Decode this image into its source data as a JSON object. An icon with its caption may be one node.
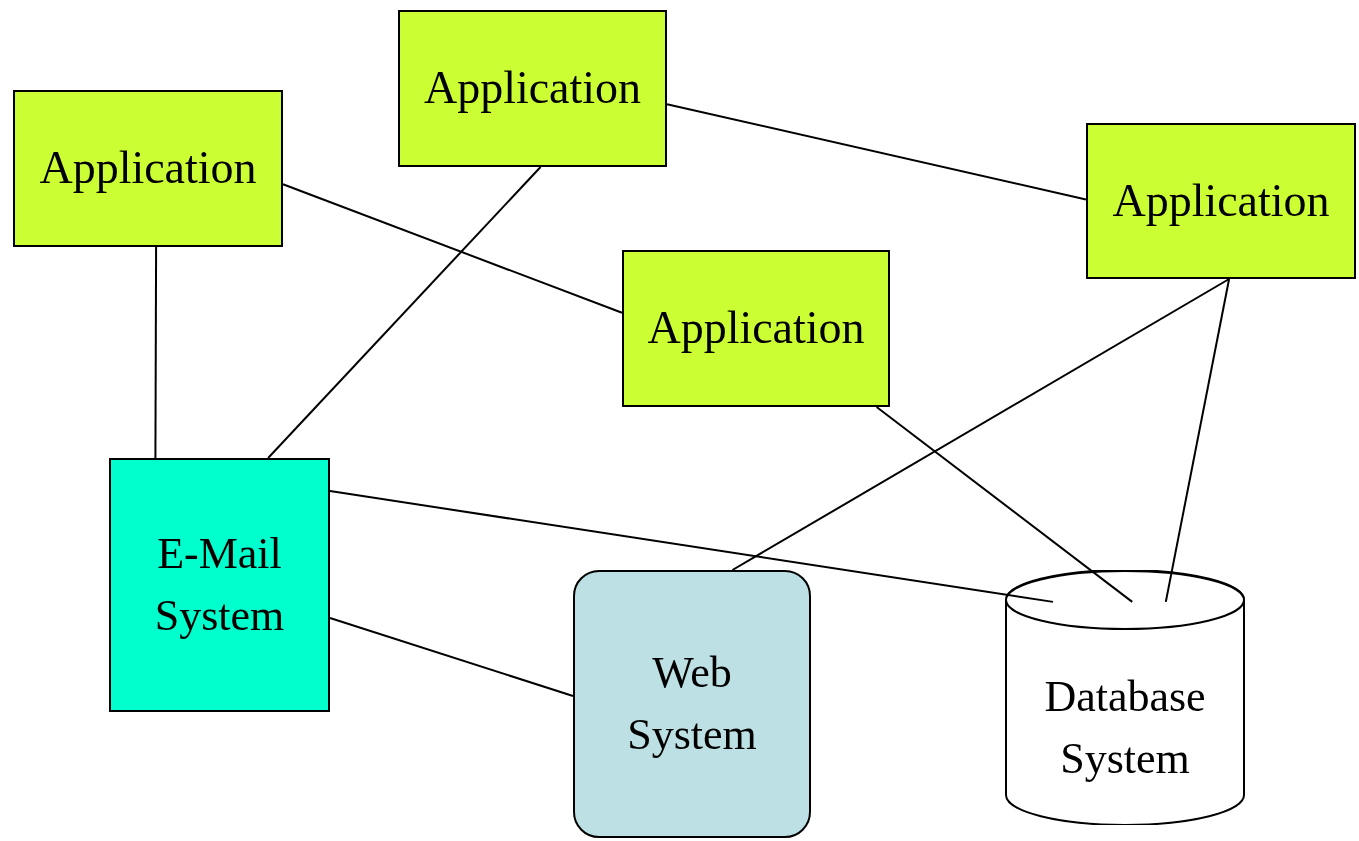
{
  "diagram": {
    "nodes": [
      {
        "text": [
          "Application"
        ]
      },
      {
        "text": [
          "Application"
        ]
      },
      {
        "text": [
          "Application"
        ]
      },
      {
        "text": [
          "Application"
        ]
      },
      {
        "text": [
          "E-Mail System"
        ]
      },
      {
        "text": [
          "Web System"
        ]
      },
      {
        "text": [
          "Database System"
        ]
      }
    ],
    "edges": [
      {
        "from": 0,
        "to": 4,
        "arrow": "none"
      },
      {
        "from": 1,
        "to": 4,
        "arrow": "none"
      },
      {
        "from": 1,
        "to": 2,
        "arrow": "none"
      },
      {
        "from": 0,
        "to": 3,
        "arrow": "none"
      },
      {
        "from": 3,
        "to": 6,
        "arrow": "none"
      },
      {
        "from": 2,
        "to": 5,
        "arrow": "none"
      },
      {
        "from": 2,
        "to": 6,
        "arrow": "none"
      },
      {
        "from": 4,
        "to": 6,
        "arrow": "none"
      },
      {
        "from": 4,
        "to": 5,
        "arrow": "none"
      }
    ]
  }
}
